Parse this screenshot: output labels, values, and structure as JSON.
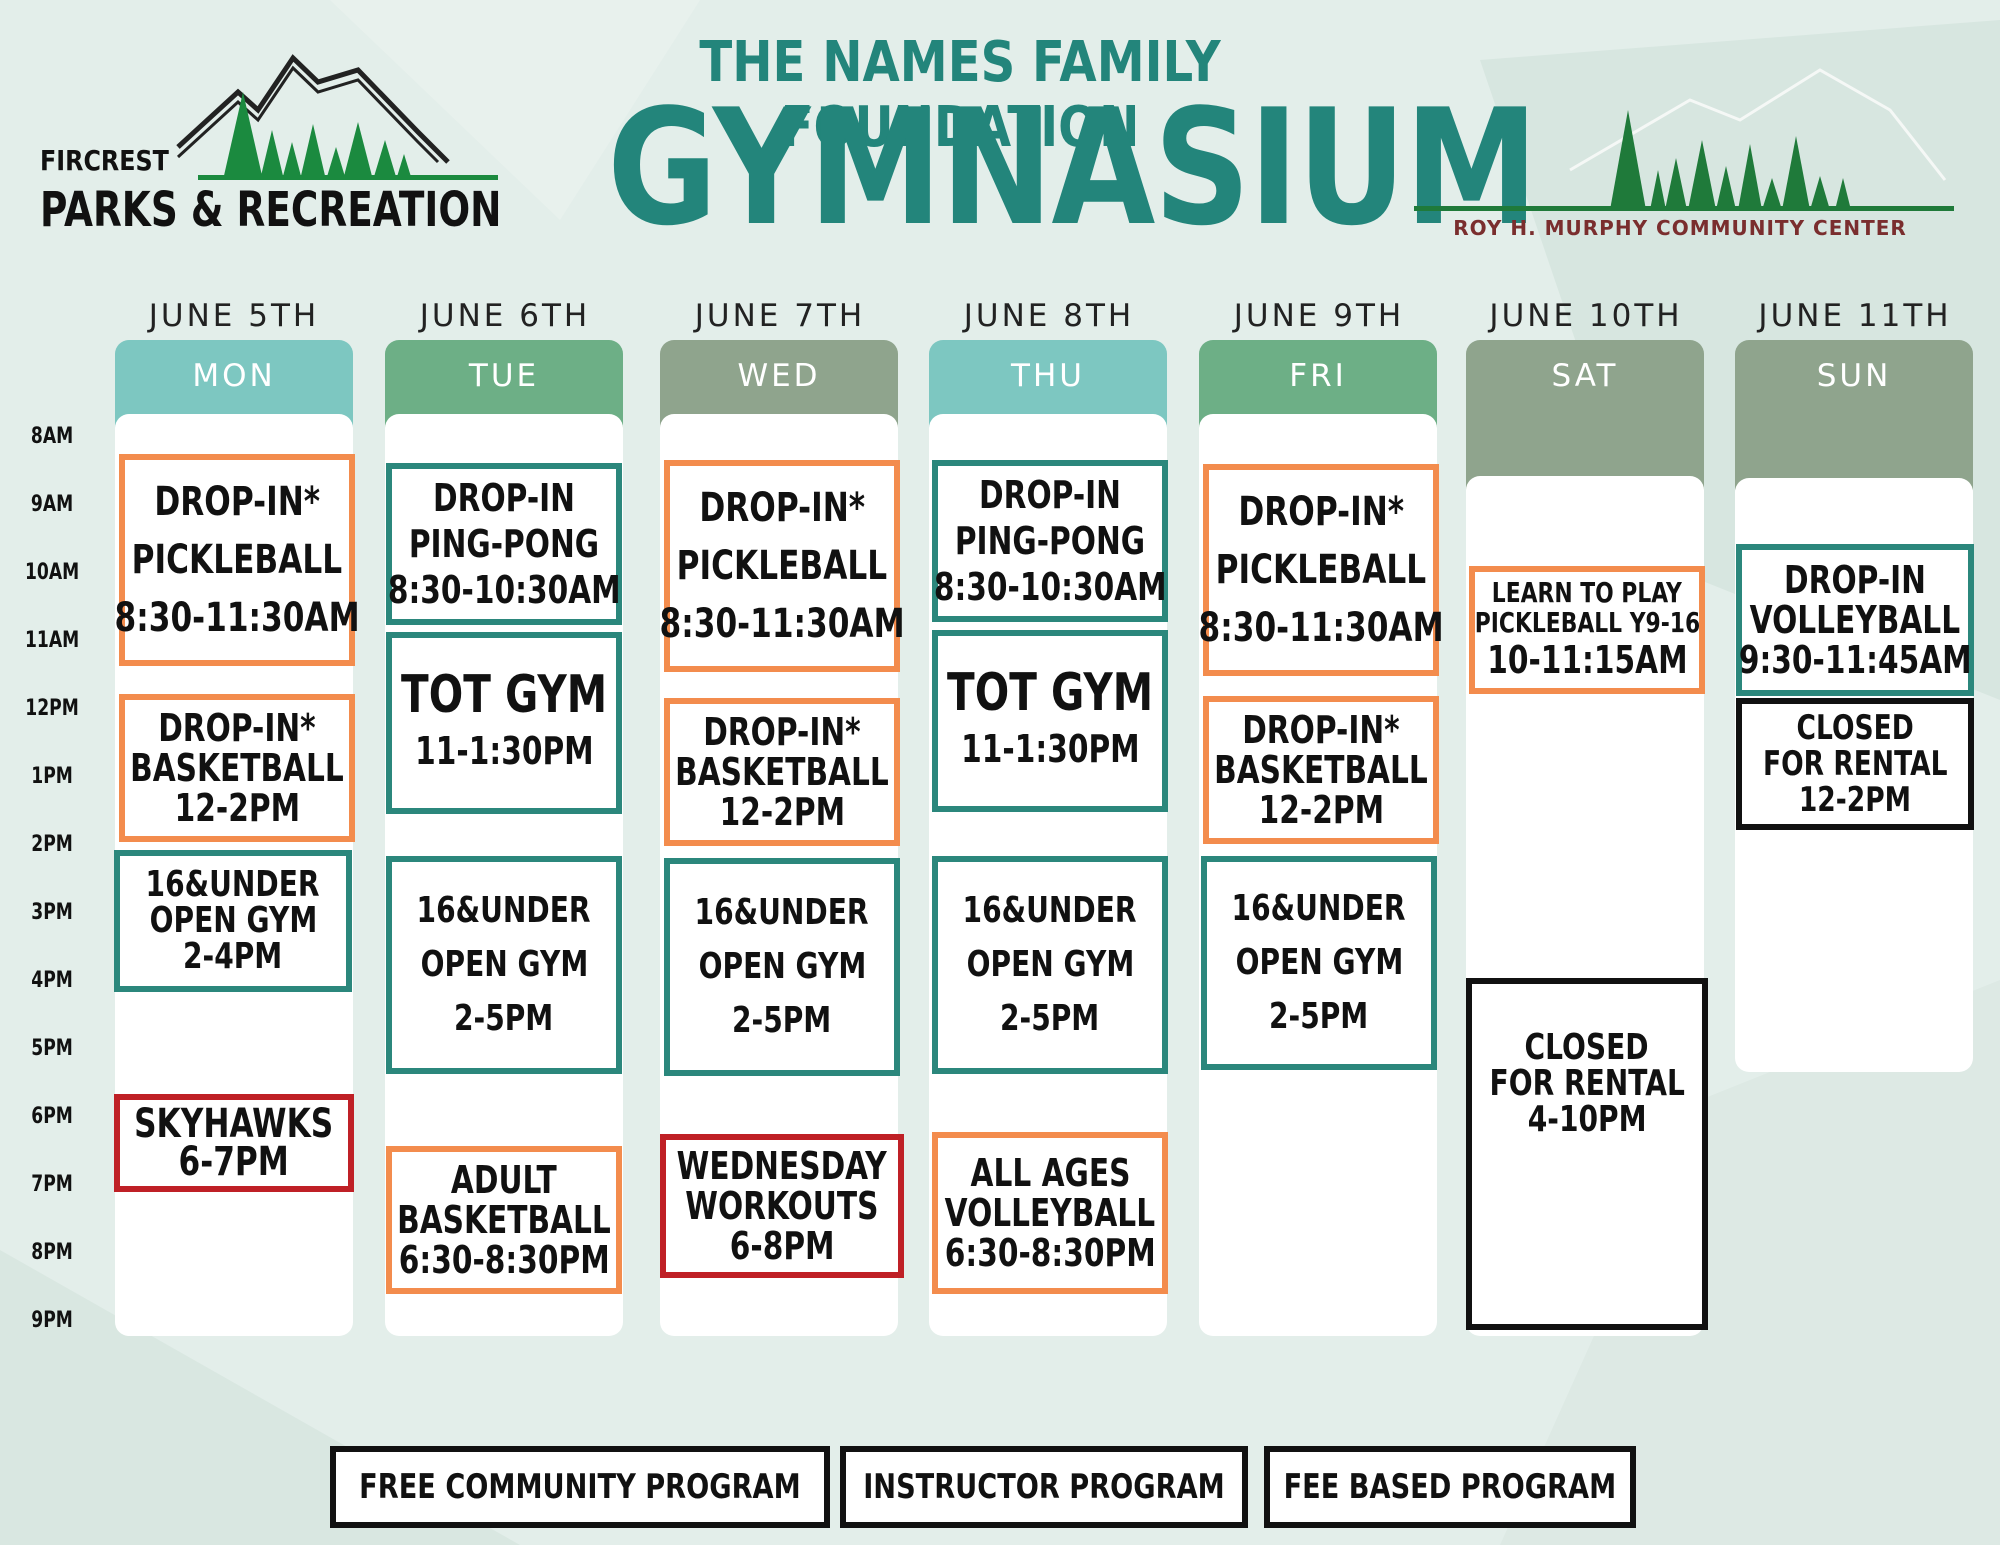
{
  "header": {
    "left_logo": {
      "line1": "FIRCREST",
      "line2": "PARKS & RECREATION"
    },
    "title_sub": "THE NAMES FAMILY FOUNDATION",
    "title_main": "GYMNASIUM",
    "right_logo": {
      "text": "ROY H. MURPHY COMMUNITY CENTER"
    }
  },
  "colors": {
    "free": "#2b877c",
    "instructor": "#bf2026",
    "fee": "#f38c4d",
    "closed": "#111111",
    "header_teal": "#7dc7c1",
    "header_green": "#6daf86",
    "header_sage": "#8fa48d"
  },
  "times": [
    "8AM",
    "9AM",
    "10AM",
    "11AM",
    "12PM",
    "1PM",
    "2PM",
    "3PM",
    "4PM",
    "5PM",
    "6PM",
    "7PM",
    "8PM",
    "9PM"
  ],
  "days": [
    {
      "date": "JUNE 5TH",
      "day": "MON",
      "events": [
        {
          "lines": [
            "DROP-IN*",
            "PICKLEBALL",
            "8:30-11:30AM"
          ],
          "type": "fee"
        },
        {
          "lines": [
            "DROP-IN*",
            "BASKETBALL",
            "12-2PM"
          ],
          "type": "fee"
        },
        {
          "lines": [
            "16&UNDER",
            "OPEN GYM",
            "2-4PM"
          ],
          "type": "free"
        },
        {
          "lines": [
            "SKYHAWKS",
            "6-7PM"
          ],
          "type": "instructor"
        }
      ]
    },
    {
      "date": "JUNE 6TH",
      "day": "TUE",
      "events": [
        {
          "lines": [
            "DROP-IN",
            "PING-PONG",
            "8:30-10:30AM"
          ],
          "type": "free"
        },
        {
          "lines": [
            "TOT GYM",
            "11-1:30PM"
          ],
          "type": "free"
        },
        {
          "lines": [
            "16&UNDER",
            "OPEN GYM",
            "2-5PM"
          ],
          "type": "free"
        },
        {
          "lines": [
            "ADULT",
            "BASKETBALL",
            "6:30-8:30PM"
          ],
          "type": "fee"
        }
      ]
    },
    {
      "date": "JUNE 7TH",
      "day": "WED",
      "events": [
        {
          "lines": [
            "DROP-IN*",
            "PICKLEBALL",
            "8:30-11:30AM"
          ],
          "type": "fee"
        },
        {
          "lines": [
            "DROP-IN*",
            "BASKETBALL",
            "12-2PM"
          ],
          "type": "fee"
        },
        {
          "lines": [
            "16&UNDER",
            "OPEN GYM",
            "2-5PM"
          ],
          "type": "free"
        },
        {
          "lines": [
            "WEDNESDAY",
            "WORKOUTS",
            "6-8PM"
          ],
          "type": "instructor"
        }
      ]
    },
    {
      "date": "JUNE 8TH",
      "day": "THU",
      "events": [
        {
          "lines": [
            "DROP-IN",
            "PING-PONG",
            "8:30-10:30AM"
          ],
          "type": "free"
        },
        {
          "lines": [
            "TOT GYM",
            "11-1:30PM"
          ],
          "type": "free"
        },
        {
          "lines": [
            "16&UNDER",
            "OPEN GYM",
            "2-5PM"
          ],
          "type": "free"
        },
        {
          "lines": [
            "ALL AGES",
            "VOLLEYBALL",
            "6:30-8:30PM"
          ],
          "type": "fee"
        }
      ]
    },
    {
      "date": "JUNE 9TH",
      "day": "FRI",
      "events": [
        {
          "lines": [
            "DROP-IN*",
            "PICKLEBALL",
            "8:30-11:30AM"
          ],
          "type": "fee"
        },
        {
          "lines": [
            "DROP-IN*",
            "BASKETBALL",
            "12-2PM"
          ],
          "type": "fee"
        },
        {
          "lines": [
            "16&UNDER",
            "OPEN GYM",
            "2-5PM"
          ],
          "type": "free"
        }
      ]
    },
    {
      "date": "JUNE 10TH",
      "day": "SAT",
      "events": [
        {
          "lines": [
            "LEARN TO PLAY",
            "PICKLEBALL Y9-16",
            "10-11:15AM"
          ],
          "type": "fee"
        },
        {
          "lines": [
            "CLOSED",
            "FOR RENTAL",
            "4-10PM"
          ],
          "type": "closed"
        }
      ]
    },
    {
      "date": "JUNE 11TH",
      "day": "SUN",
      "events": [
        {
          "lines": [
            "DROP-IN",
            "VOLLEYBALL",
            "9:30-11:45AM"
          ],
          "type": "free"
        },
        {
          "lines": [
            "CLOSED",
            "FOR RENTAL",
            "12-2PM"
          ],
          "type": "closed"
        }
      ]
    }
  ],
  "legend": [
    {
      "label": "FREE COMMUNITY PROGRAM",
      "type": "free"
    },
    {
      "label": "INSTRUCTOR PROGRAM",
      "type": "instructor"
    },
    {
      "label": "FEE BASED PROGRAM",
      "type": "fee"
    }
  ]
}
